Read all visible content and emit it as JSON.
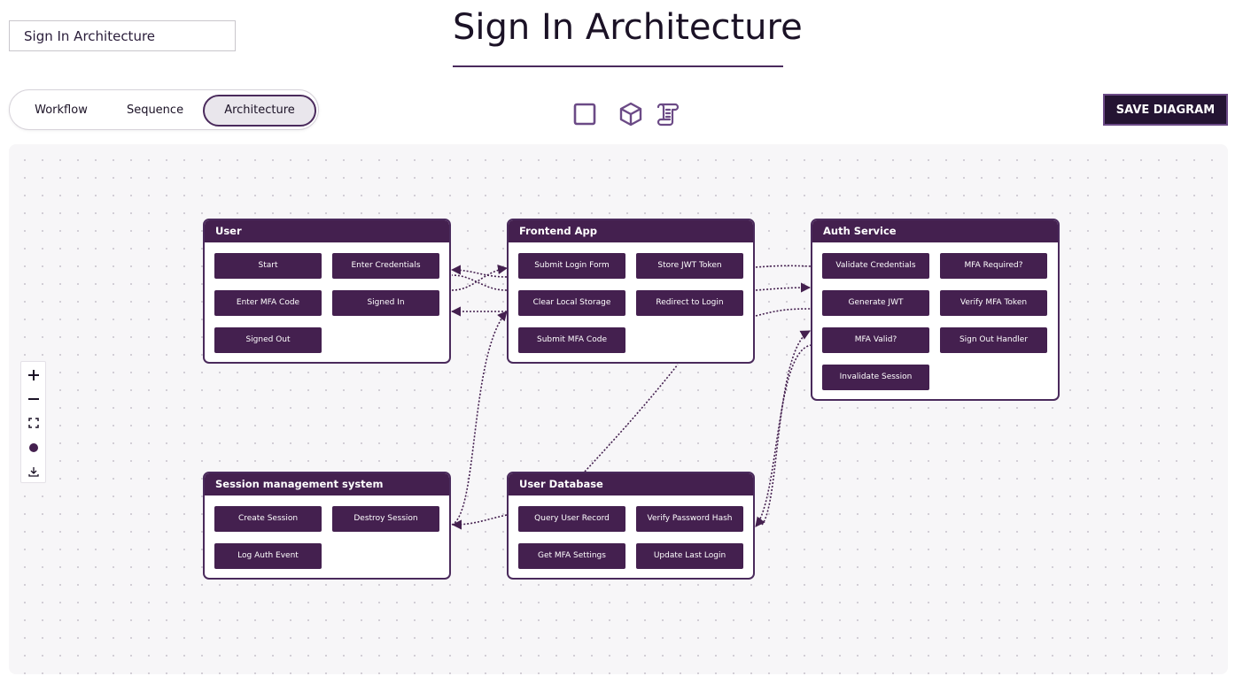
{
  "diagram_name_input": {
    "value": "Sign In Architecture"
  },
  "page": {
    "title": "Sign In Architecture"
  },
  "view_tabs": [
    {
      "label": "Workflow",
      "active": false
    },
    {
      "label": "Sequence",
      "active": false
    },
    {
      "label": "Architecture",
      "active": true
    }
  ],
  "toolbar": {
    "icons": [
      "square-icon",
      "cube-icon",
      "scroll-icon"
    ],
    "save_label": "SAVE DIAGRAM"
  },
  "zoom_controls": [
    "zoom-in-icon",
    "zoom-out-icon",
    "fit-view-icon",
    "color-dot-icon",
    "download-icon"
  ],
  "colors": {
    "accent": "#44204f",
    "accent_border": "#4a2a5c",
    "canvas_bg": "#f7f6f8",
    "save_bg": "#241432"
  },
  "nodes": {
    "user": {
      "title": "User",
      "items": [
        "Start",
        "Enter Credentials",
        "Enter MFA Code",
        "Signed In",
        "Signed Out"
      ]
    },
    "frontend": {
      "title": "Frontend App",
      "items": [
        "Submit Login Form",
        "Store JWT Token",
        "Clear Local Storage",
        "Redirect to Login",
        "Submit MFA Code"
      ]
    },
    "auth": {
      "title": "Auth Service",
      "items": [
        "Validate Credentials",
        "MFA Required?",
        "Generate JWT",
        "Verify MFA Token",
        "MFA Valid?",
        "Sign Out Handler",
        "Invalidate Session"
      ]
    },
    "session": {
      "title": "Session management system",
      "items": [
        "Create Session",
        "Destroy Session",
        "Log Auth Event"
      ]
    },
    "database": {
      "title": "User Database",
      "items": [
        "Query User Record",
        "Verify Password Hash",
        "Get MFA Settings",
        "Update Last Login"
      ]
    }
  }
}
